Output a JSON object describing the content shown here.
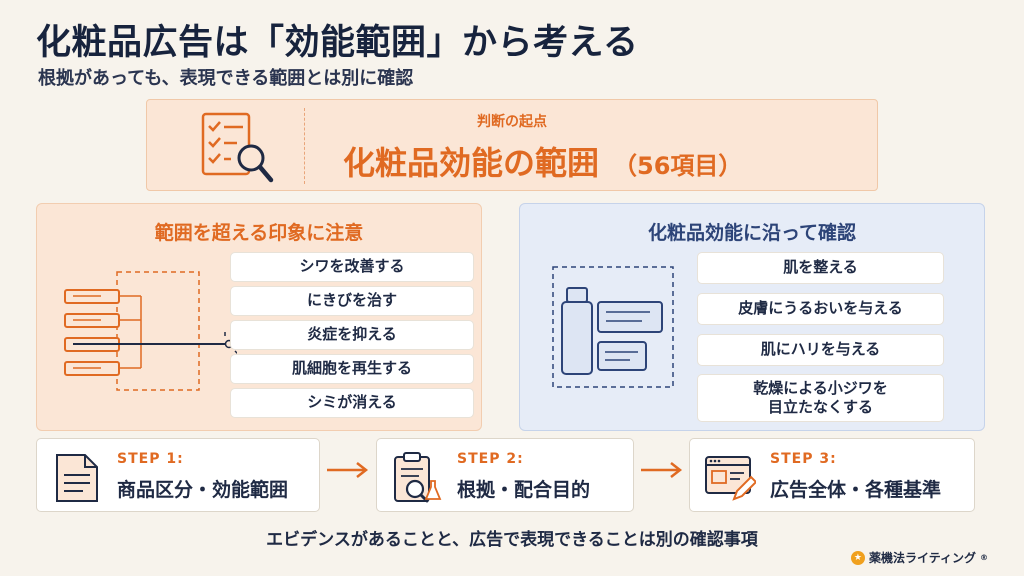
{
  "header": {
    "title": "化粧品広告は「効能範囲」から考える",
    "subtitle": "根拠があっても、表現できる範囲とは別に確認"
  },
  "start": {
    "label": "判断の起点",
    "main": "化粧品効能の範囲",
    "sub": "（56項目）",
    "icon": "checklist-magnifier-icon"
  },
  "left_panel": {
    "title": "範囲を超える印象に注意",
    "items": [
      "シワを改善する",
      "にきびを治す",
      "炎症を抑える",
      "肌細胞を再生する",
      "シミが消える"
    ]
  },
  "right_panel": {
    "title": "化粧品効能に沿って確認",
    "items": [
      "肌を整える",
      "皮膚にうるおいを与える",
      "肌にハリを与える",
      "乾燥による小ジワを\n目立たなくする"
    ]
  },
  "steps": [
    {
      "label": "STEP 1:",
      "name": "商品区分・効能範囲",
      "icon": "document-icon"
    },
    {
      "label": "STEP 2:",
      "name": "根拠・配合目的",
      "icon": "clipboard-flask-icon"
    },
    {
      "label": "STEP 3:",
      "name": "広告全体・各種基準",
      "icon": "browser-pencil-icon"
    }
  ],
  "footer": {
    "text": "エビデンスがあることと、広告で表現できることは別の確認事項",
    "brand": "薬機法ライティング",
    "brand_mark": "®"
  },
  "colors": {
    "accent": "#e06a22",
    "navy": "#2d4478",
    "background": "#f7f3ec",
    "left_panel_bg": "#fbe6d6",
    "right_panel_bg": "#e6ecf7"
  }
}
